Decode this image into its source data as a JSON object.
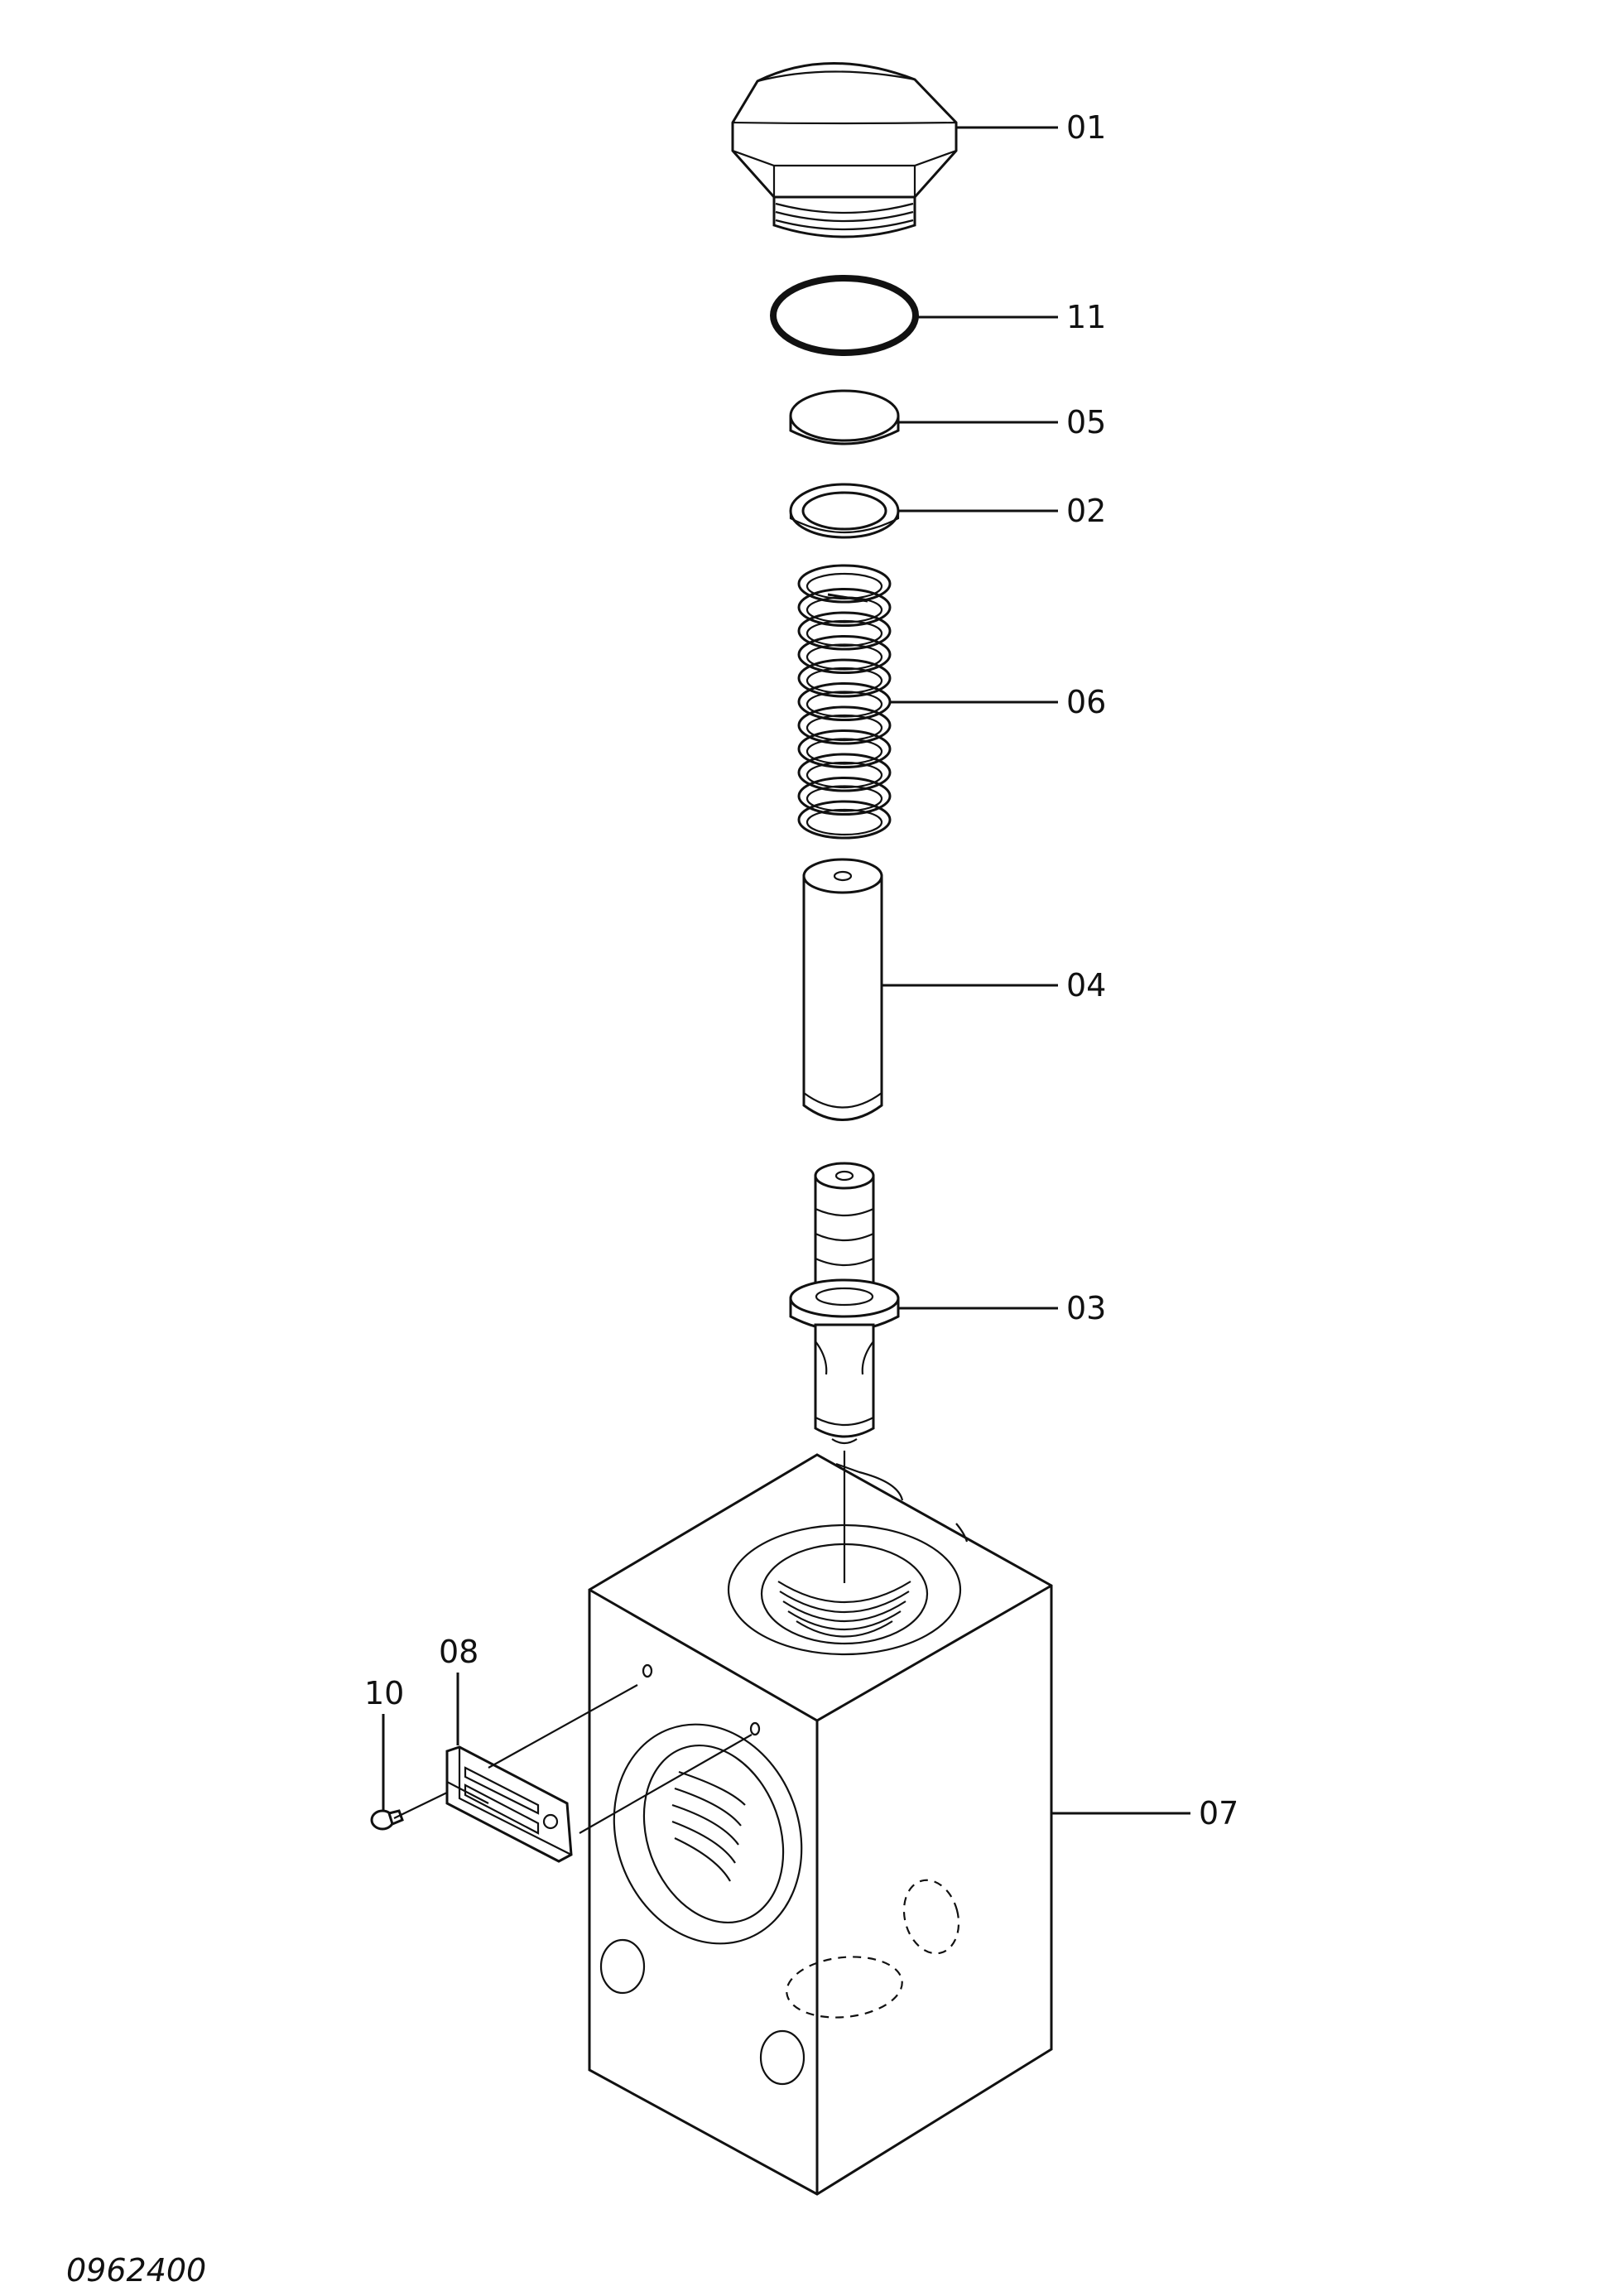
{
  "drawing_number": "0962400",
  "parts": [
    {
      "id": "p01",
      "label": "01"
    },
    {
      "id": "p11",
      "label": "11"
    },
    {
      "id": "p05",
      "label": "05"
    },
    {
      "id": "p02",
      "label": "02"
    },
    {
      "id": "p06",
      "label": "06"
    },
    {
      "id": "p04",
      "label": "04"
    },
    {
      "id": "p03",
      "label": "03"
    },
    {
      "id": "p07",
      "label": "07"
    },
    {
      "id": "p08",
      "label": "08"
    },
    {
      "id": "p10",
      "label": "10"
    }
  ]
}
